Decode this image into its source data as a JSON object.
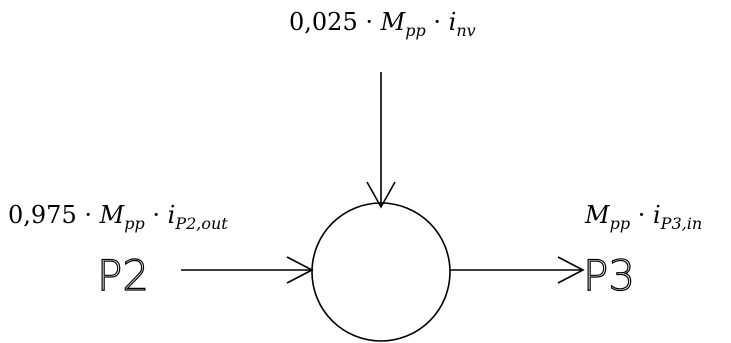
{
  "diagram": {
    "top_input": {
      "coefficient": "0,025",
      "dot": "·",
      "mass_symbol": "M",
      "mass_sub": "pp",
      "enthalpy_symbol": "i",
      "enthalpy_sub": "nv"
    },
    "left_input": {
      "coefficient": "0,975",
      "dot": "·",
      "mass_symbol": "M",
      "mass_sub": "pp",
      "enthalpy_symbol": "i",
      "enthalpy_sub": "P2,out"
    },
    "right_output": {
      "mass_symbol": "M",
      "mass_sub": "pp",
      "dot": "·",
      "enthalpy_symbol": "i",
      "enthalpy_sub": "P3,in"
    },
    "source_node": "P2",
    "target_node": "P3"
  }
}
